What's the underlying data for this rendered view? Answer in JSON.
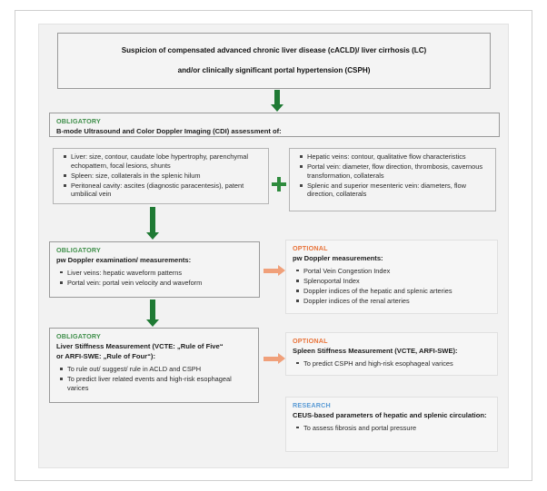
{
  "title_box": {
    "line1": "Suspicion of compensated advanced chronic liver disease (cACLD)/ liver cirrhosis (LC)",
    "line2": "and/or clinically significant portal hypertension (CSPH)"
  },
  "labels": {
    "obligatory": "OBLIGATORY",
    "optional": "OPTIONAL",
    "research": "RESEARCH"
  },
  "ultrasound": {
    "tag": "OBLIGATORY",
    "heading": "B-mode Ultrasound and Color Doppler Imaging (CDI) assessment of:",
    "left_items": [
      "Liver: size, contour, caudate lobe hypertrophy, parenchymal echopattern, focal lesions, shunts",
      "Spleen: size, collaterals in the splenic hilum",
      "Peritoneal cavity: ascites (diagnostic paracentesis), patent umbilical vein"
    ],
    "right_items": [
      "Hepatic veins: contour, qualitative flow characteristics",
      "Portal vein: diameter, flow direction, thrombosis, cavernous transformation, collaterals",
      "Splenic and superior mesenteric vein:   diameters, flow direction, collaterals"
    ],
    "plus_symbol": "+"
  },
  "pw_doppler_obligatory": {
    "tag": "OBLIGATORY",
    "heading": "pw Doppler examination/ measurements:",
    "items": [
      "Liver veins: hepatic waveform patterns",
      "Portal vein: portal vein velocity and waveform"
    ]
  },
  "pw_doppler_optional": {
    "tag": "OPTIONAL",
    "heading": "pw Doppler measurements:",
    "items": [
      "Portal Vein Congestion Index",
      "Splenoportal Index",
      "Doppler indices of the hepatic and splenic arteries",
      "Doppler indices of the renal arteries"
    ]
  },
  "liver_stiffness": {
    "tag": "OBLIGATORY",
    "heading_line1": "Liver Stiffness Measurement (VCTE: „Rule of Five“",
    "heading_line2": "or ARFI-SWE: „Rule of Four“):",
    "items": [
      "To rule out/ suggest/ rule in ACLD and CSPH",
      "To predict liver related events and high-risk esophageal varices"
    ]
  },
  "spleen_stiffness": {
    "tag": "OPTIONAL",
    "heading": "Spleen Stiffness Measurement (VCTE, ARFI-SWE):",
    "items": [
      "To predict CSPH and high-risk esophageal varices"
    ]
  },
  "research_ceus": {
    "tag": "RESEARCH",
    "heading": "CEUS-based parameters of hepatic and splenic circulation:",
    "items": [
      "To assess fibrosis  and portal pressure"
    ]
  },
  "colors": {
    "obligatory_green": "#3f8f4a",
    "optional_orange": "#e8743b",
    "research_blue": "#5b9bd5",
    "arrow_green": "#1f7a34",
    "arrow_orange": "#f0a07a",
    "panel_background": "#f2f2f2",
    "box_background": "#f4f4f4"
  }
}
